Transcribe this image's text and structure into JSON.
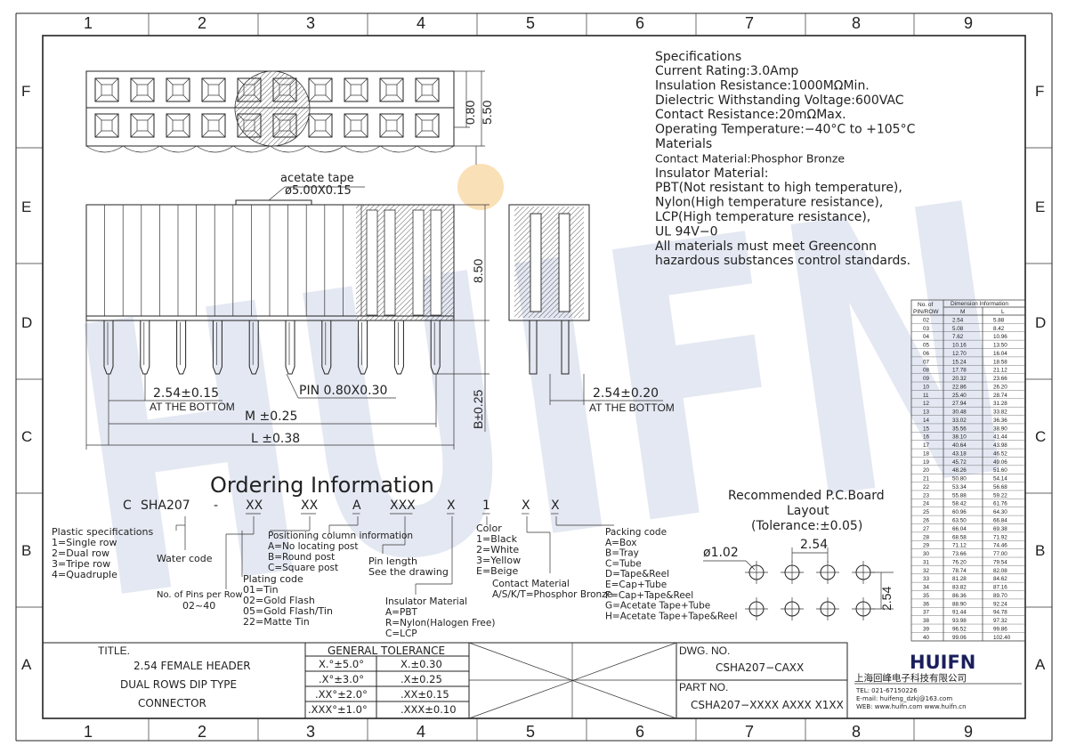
{
  "grid": {
    "columns": [
      "1",
      "2",
      "3",
      "4",
      "5",
      "6",
      "7",
      "8",
      "9"
    ],
    "rows": [
      "F",
      "E",
      "D",
      "C",
      "B",
      "A"
    ]
  },
  "watermark": "HUIFN",
  "specs": {
    "title": "Specifications",
    "lines": [
      "Current Rating:3.0Amp",
      "Insulation Resistance:1000MΩMin.",
      "Dielectric Withstanding Voltage:600VAC",
      "Contact Resistance:20mΩMax.",
      "Operating Temperature:−40°C to +105°C",
      "Materials",
      "Contact Material:Phosphor Bronze",
      "Insulator Material:",
      "PBT(Not resistant to high temperature),",
      "Nylon(High temperature resistance),",
      "LCP(High temperature resistance),",
      "UL 94V−0",
      "All materials must meet Greenconn",
      "hazardous substances control standards."
    ]
  },
  "dims": {
    "acetate_tape": "acetate tape",
    "tape_size": "ø5.00X0.15",
    "d080": "0.80",
    "d550": "5.50",
    "d850": "8.50",
    "pitch_front": "2.54±0.15",
    "at_bottom_1": "AT THE BOTTOM",
    "pin": "PIN 0.80X0.30",
    "m": "M ±0.25",
    "l": "L ±0.38",
    "b": "B±0.25",
    "pitch_side": "2.54±0.20",
    "at_bottom_2": "AT THE BOTTOM"
  },
  "ordering": {
    "title": "Ordering Information",
    "code": [
      "C",
      "SHA207",
      "-",
      "XX",
      "XX",
      "A",
      "XXX",
      "X",
      "1",
      "X",
      "X"
    ],
    "plastic": [
      "Plastic specifications",
      "1=Single row",
      "2=Dual row",
      "3=Tripe row",
      "4=Quadruple"
    ],
    "water": "Water code",
    "pins": [
      "No. of Pins per Row",
      "02~40"
    ],
    "plating": [
      "Plating code",
      "01=Tin",
      "02=Gold Flash",
      "05=Gold Flash/Tin",
      "22=Matte Tin"
    ],
    "positioning": [
      "Positioning column information",
      "A=No locating post",
      "B=Round post",
      "C=Square post"
    ],
    "insulator": [
      "Insulator Material",
      "A=PBT",
      "R=Nylon(Halogen Free)",
      "C=LCP"
    ],
    "pinlength": [
      "Pin length",
      "See the drawing"
    ],
    "color": [
      "Color",
      "1=Black",
      "2=White",
      "3=Yellow",
      "E=Beige"
    ],
    "contact": [
      "Contact Material",
      "A/S/K/T=Phosphor Bronze"
    ],
    "packing": [
      "Packing code",
      "A=Box",
      "B=Tray",
      "C=Tube",
      "D=Tape&Reel",
      "E=Cap+Tube",
      "F=Cap+Tape&Reel",
      "G=Acetate Tape+Tube",
      "H=Acetate Tape+Tape&Reel"
    ]
  },
  "pcb": {
    "title": "Recommended P.C.Board",
    "subtitle": "Layout",
    "tolerance": "(Tolerance:±0.05)",
    "hole": "ø1.02",
    "pitch_x": "2.54",
    "pitch_y": "2.54"
  },
  "dim_table": {
    "h1": "No. of",
    "h1b": "PIN/ROW",
    "h2": "Dimension Information",
    "hm": "M",
    "hl": "L",
    "rows": [
      [
        "02",
        "2.54",
        "5.88"
      ],
      [
        "03",
        "5.08",
        "8.42"
      ],
      [
        "04",
        "7.62",
        "10.96"
      ],
      [
        "05",
        "10.16",
        "13.50"
      ],
      [
        "06",
        "12.70",
        "16.04"
      ],
      [
        "07",
        "15.24",
        "18.58"
      ],
      [
        "08",
        "17.78",
        "21.12"
      ],
      [
        "09",
        "20.32",
        "23.66"
      ],
      [
        "10",
        "22.86",
        "26.20"
      ],
      [
        "11",
        "25.40",
        "28.74"
      ],
      [
        "12",
        "27.94",
        "31.28"
      ],
      [
        "13",
        "30.48",
        "33.82"
      ],
      [
        "14",
        "33.02",
        "36.36"
      ],
      [
        "15",
        "35.56",
        "38.90"
      ],
      [
        "16",
        "38.10",
        "41.44"
      ],
      [
        "17",
        "40.64",
        "43.98"
      ],
      [
        "18",
        "43.18",
        "46.52"
      ],
      [
        "19",
        "45.72",
        "49.06"
      ],
      [
        "20",
        "48.26",
        "51.60"
      ],
      [
        "21",
        "50.80",
        "54.14"
      ],
      [
        "22",
        "53.34",
        "56.68"
      ],
      [
        "23",
        "55.88",
        "59.22"
      ],
      [
        "24",
        "58.42",
        "61.76"
      ],
      [
        "25",
        "60.96",
        "64.30"
      ],
      [
        "26",
        "63.50",
        "66.84"
      ],
      [
        "27",
        "66.04",
        "69.38"
      ],
      [
        "28",
        "68.58",
        "71.92"
      ],
      [
        "29",
        "71.12",
        "74.46"
      ],
      [
        "30",
        "73.66",
        "77.00"
      ],
      [
        "31",
        "76.20",
        "79.54"
      ],
      [
        "32",
        "78.74",
        "82.08"
      ],
      [
        "33",
        "81.28",
        "84.62"
      ],
      [
        "34",
        "83.82",
        "87.16"
      ],
      [
        "35",
        "86.36",
        "89.70"
      ],
      [
        "36",
        "88.90",
        "92.24"
      ],
      [
        "37",
        "91.44",
        "94.78"
      ],
      [
        "38",
        "93.98",
        "97.32"
      ],
      [
        "39",
        "96.52",
        "99.86"
      ],
      [
        "40",
        "99.06",
        "102.40"
      ]
    ]
  },
  "title_block": {
    "title_label": "TITLE.",
    "title_lines": [
      "2.54 FEMALE HEADER",
      "DUAL ROWS DIP TYPE",
      "CONNECTOR"
    ],
    "tol_header": "GENERAL TOLERANCE",
    "tol": [
      [
        "X.°±5.0°",
        "X.±0.30"
      ],
      [
        ".X°±3.0°",
        ".X±0.25"
      ],
      [
        ".XX°±2.0°",
        ".XX±0.15"
      ],
      [
        ".XXX°±1.0°",
        ".XXX±0.10"
      ]
    ],
    "dwg_label": "DWG. NO.",
    "dwg_no": "CSHA207−CAXX",
    "part_label": "PART NO.",
    "part_no": "CSHA207−XXXX AXXX X1XX",
    "company_logo": "HUIFN",
    "company_name": "上海回峰电子科技有限公司",
    "tel": "TEL: 021-67150226",
    "email": "E-mail: huifeng_dzkj@163.com",
    "web": "WEB: www.huifn.com  www.huifn.cn"
  }
}
